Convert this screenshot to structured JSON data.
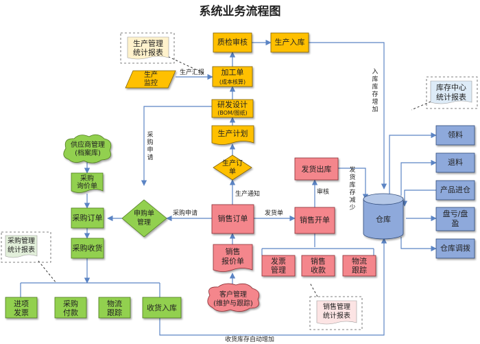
{
  "title": "系统业务流程图",
  "colors": {
    "orange": "#FFC000",
    "green": "#92D050",
    "pink": "#F4868C",
    "purple": "#8EA9DB",
    "arrow": "#5B84C4"
  },
  "nodes": {
    "zhijian": "质检审核",
    "shengchan_ruku": "生产入库",
    "jiagong_1": "加工单",
    "jiagong_2": "(成本核算)",
    "yanfa_1": "研发设计",
    "yanfa_2": "(BOM/图纸)",
    "shengchan_jihua": "生产计划",
    "shengchan_dingdan_1": "生产订",
    "shengchan_dingdan_2": "单",
    "shengchan_jiankong_1": "生产",
    "shengchan_jiankong_2": "监控",
    "sc_report_1": "生产管理",
    "sc_report_2": "统计报表",
    "gys_1": "供应商管理",
    "gys_2": "(档案库)",
    "xunjia_1": "采购",
    "xunjia_2": "询价单",
    "caigou_dingdan": "采购订单",
    "caigou_shouhuo": "采购收货",
    "cg_report_1": "采购管理",
    "cg_report_2": "统计报表",
    "shengou_1": "申购单",
    "shengou_2": "管理",
    "xiaoshou_dingdan": "销售订单",
    "xiaoshou_kaidan": "销售开单",
    "fahuo_chuku": "发货出库",
    "baojia_1": "销售",
    "baojia_2": "报价单",
    "kehu_1": "客户管理",
    "kehu_2": "(维护与跟踪)",
    "xs_report_1": "销售管理",
    "xs_report_2": "统计报表",
    "fapiao_1": "发票",
    "fapiao_2": "管理",
    "shoukuan_1": "销售",
    "shoukuan_2": "收款",
    "wuliu_1": "物流",
    "wuliu_2": "跟踪",
    "jinxiang_1": "进项",
    "jinxiang_2": "发票",
    "fukuan_1": "采购",
    "fukuan_2": "付款",
    "cg_wuliu_1": "物流",
    "cg_wuliu_2": "跟踪",
    "shouhuo_ruku": "收货入库",
    "cangku": "仓库",
    "kc_report_1": "库存中心",
    "kc_report_2": "统计报表",
    "lingliao": "领料",
    "tuiliao": "退料",
    "chanpin_jincang": "产品进仓",
    "pankui_1": "盘亏/盘",
    "pankui_2": "盈",
    "diaobo": "仓库调拨"
  },
  "edge_labels": {
    "sc_huibao": "生产汇报",
    "caigou_shenqing": "采购申请",
    "fahuo_dan": "发货单",
    "shengchan_tongzhi": "生产通知",
    "shenhe": "审核",
    "caigou_shenqing_v": "采购申请",
    "ruku_zengjia_v": "入库库存增加",
    "fahuo_jianshao_v": "发货库存减少",
    "shouhuo_zengjia": "收货库存自动增加"
  }
}
